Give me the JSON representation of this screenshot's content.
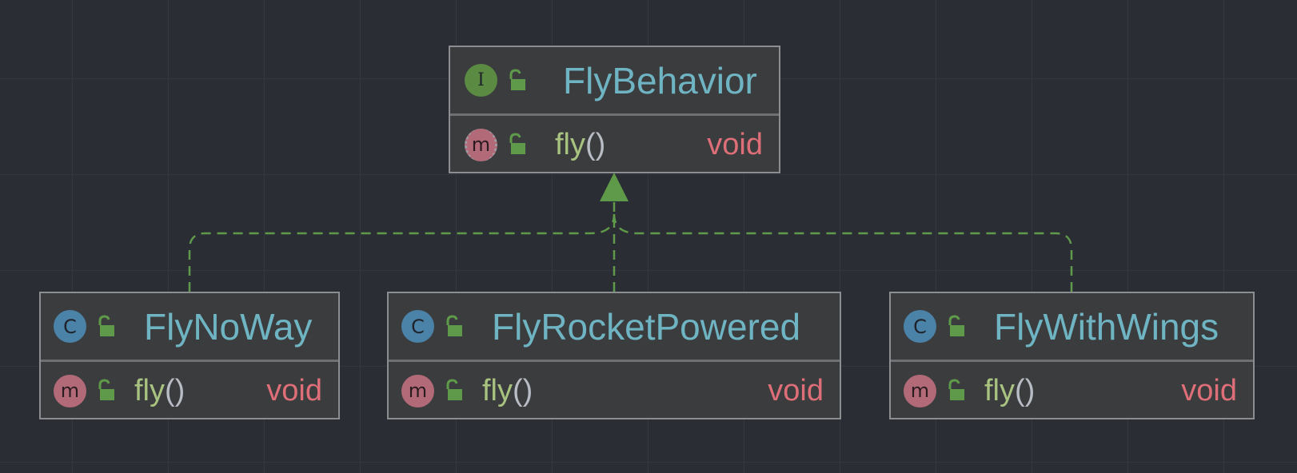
{
  "colors": {
    "background": "#2b2d34",
    "grid": "#35373e",
    "box_fill": "#3b3c3e",
    "box_border": "#8b8d91",
    "type_name": "#6fb4c3",
    "method_name": "#a8c280",
    "return_type": "#de6f78",
    "relation_line": "#5f9a4a",
    "interface_badge": "#5b8a43",
    "class_badge": "#4b82a8",
    "method_badge": "#b26a79"
  },
  "interface": {
    "kind_letter": "I",
    "name": "FlyBehavior",
    "visibility_icon": "unlock-icon",
    "method": {
      "badge_letter": "m",
      "abstract": true,
      "name": "fly",
      "parens": "()",
      "return_type": "void"
    }
  },
  "classes": [
    {
      "kind_letter": "C",
      "name": "FlyNoWay",
      "visibility_icon": "unlock-icon",
      "method": {
        "badge_letter": "m",
        "name": "fly",
        "parens": "()",
        "return_type": "void"
      }
    },
    {
      "kind_letter": "C",
      "name": "FlyRocketPowered",
      "visibility_icon": "unlock-icon",
      "method": {
        "badge_letter": "m",
        "name": "fly",
        "parens": "()",
        "return_type": "void"
      }
    },
    {
      "kind_letter": "C",
      "name": "FlyWithWings",
      "visibility_icon": "unlock-icon",
      "method": {
        "badge_letter": "m",
        "name": "fly",
        "parens": "()",
        "return_type": "void"
      }
    }
  ],
  "relations": [
    {
      "type": "implements",
      "from": "FlyNoWay",
      "to": "FlyBehavior"
    },
    {
      "type": "implements",
      "from": "FlyRocketPowered",
      "to": "FlyBehavior"
    },
    {
      "type": "implements",
      "from": "FlyWithWings",
      "to": "FlyBehavior"
    }
  ]
}
